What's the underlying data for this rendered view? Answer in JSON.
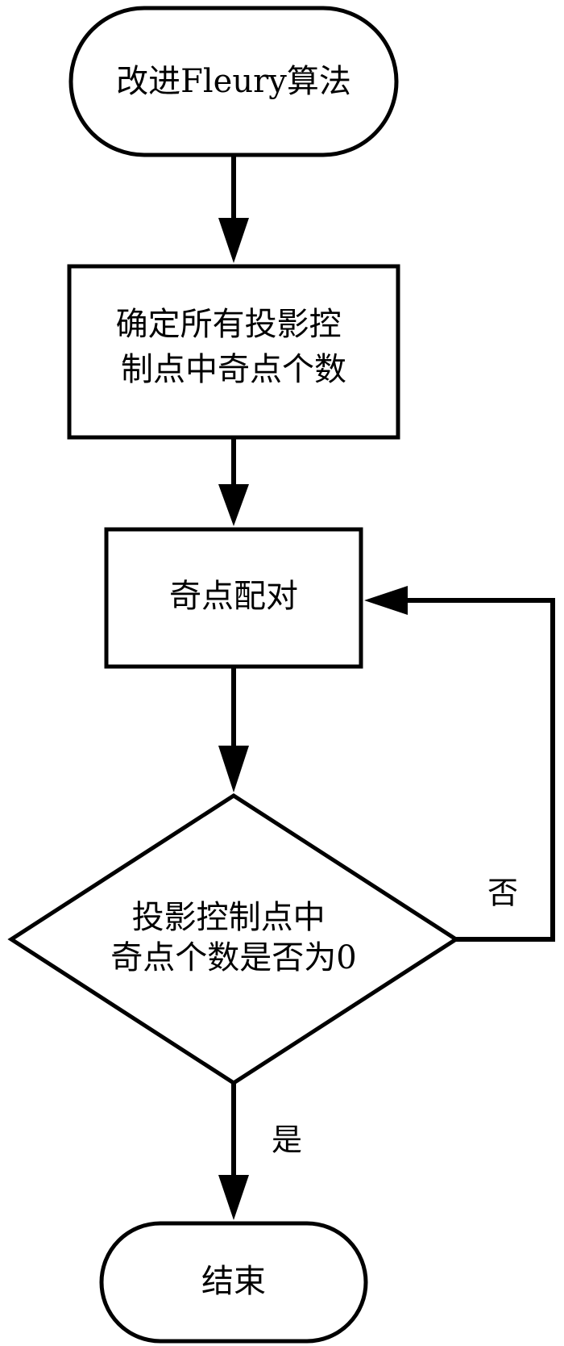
{
  "diagram": {
    "nodes": {
      "start": {
        "label": "改进Fleury算法"
      },
      "count_odd": {
        "lines": [
          "确定所有投影控",
          "制点中奇点个数"
        ]
      },
      "pair_odd": {
        "label": "奇点配对"
      },
      "decision": {
        "lines": [
          "投影控制点中",
          "奇点个数是否为0"
        ]
      },
      "end": {
        "label": "结束"
      }
    },
    "edges": {
      "no_label": "否",
      "yes_label": "是"
    },
    "colors": {
      "stroke": "#000000",
      "fill": "#ffffff",
      "text": "#000000"
    }
  }
}
